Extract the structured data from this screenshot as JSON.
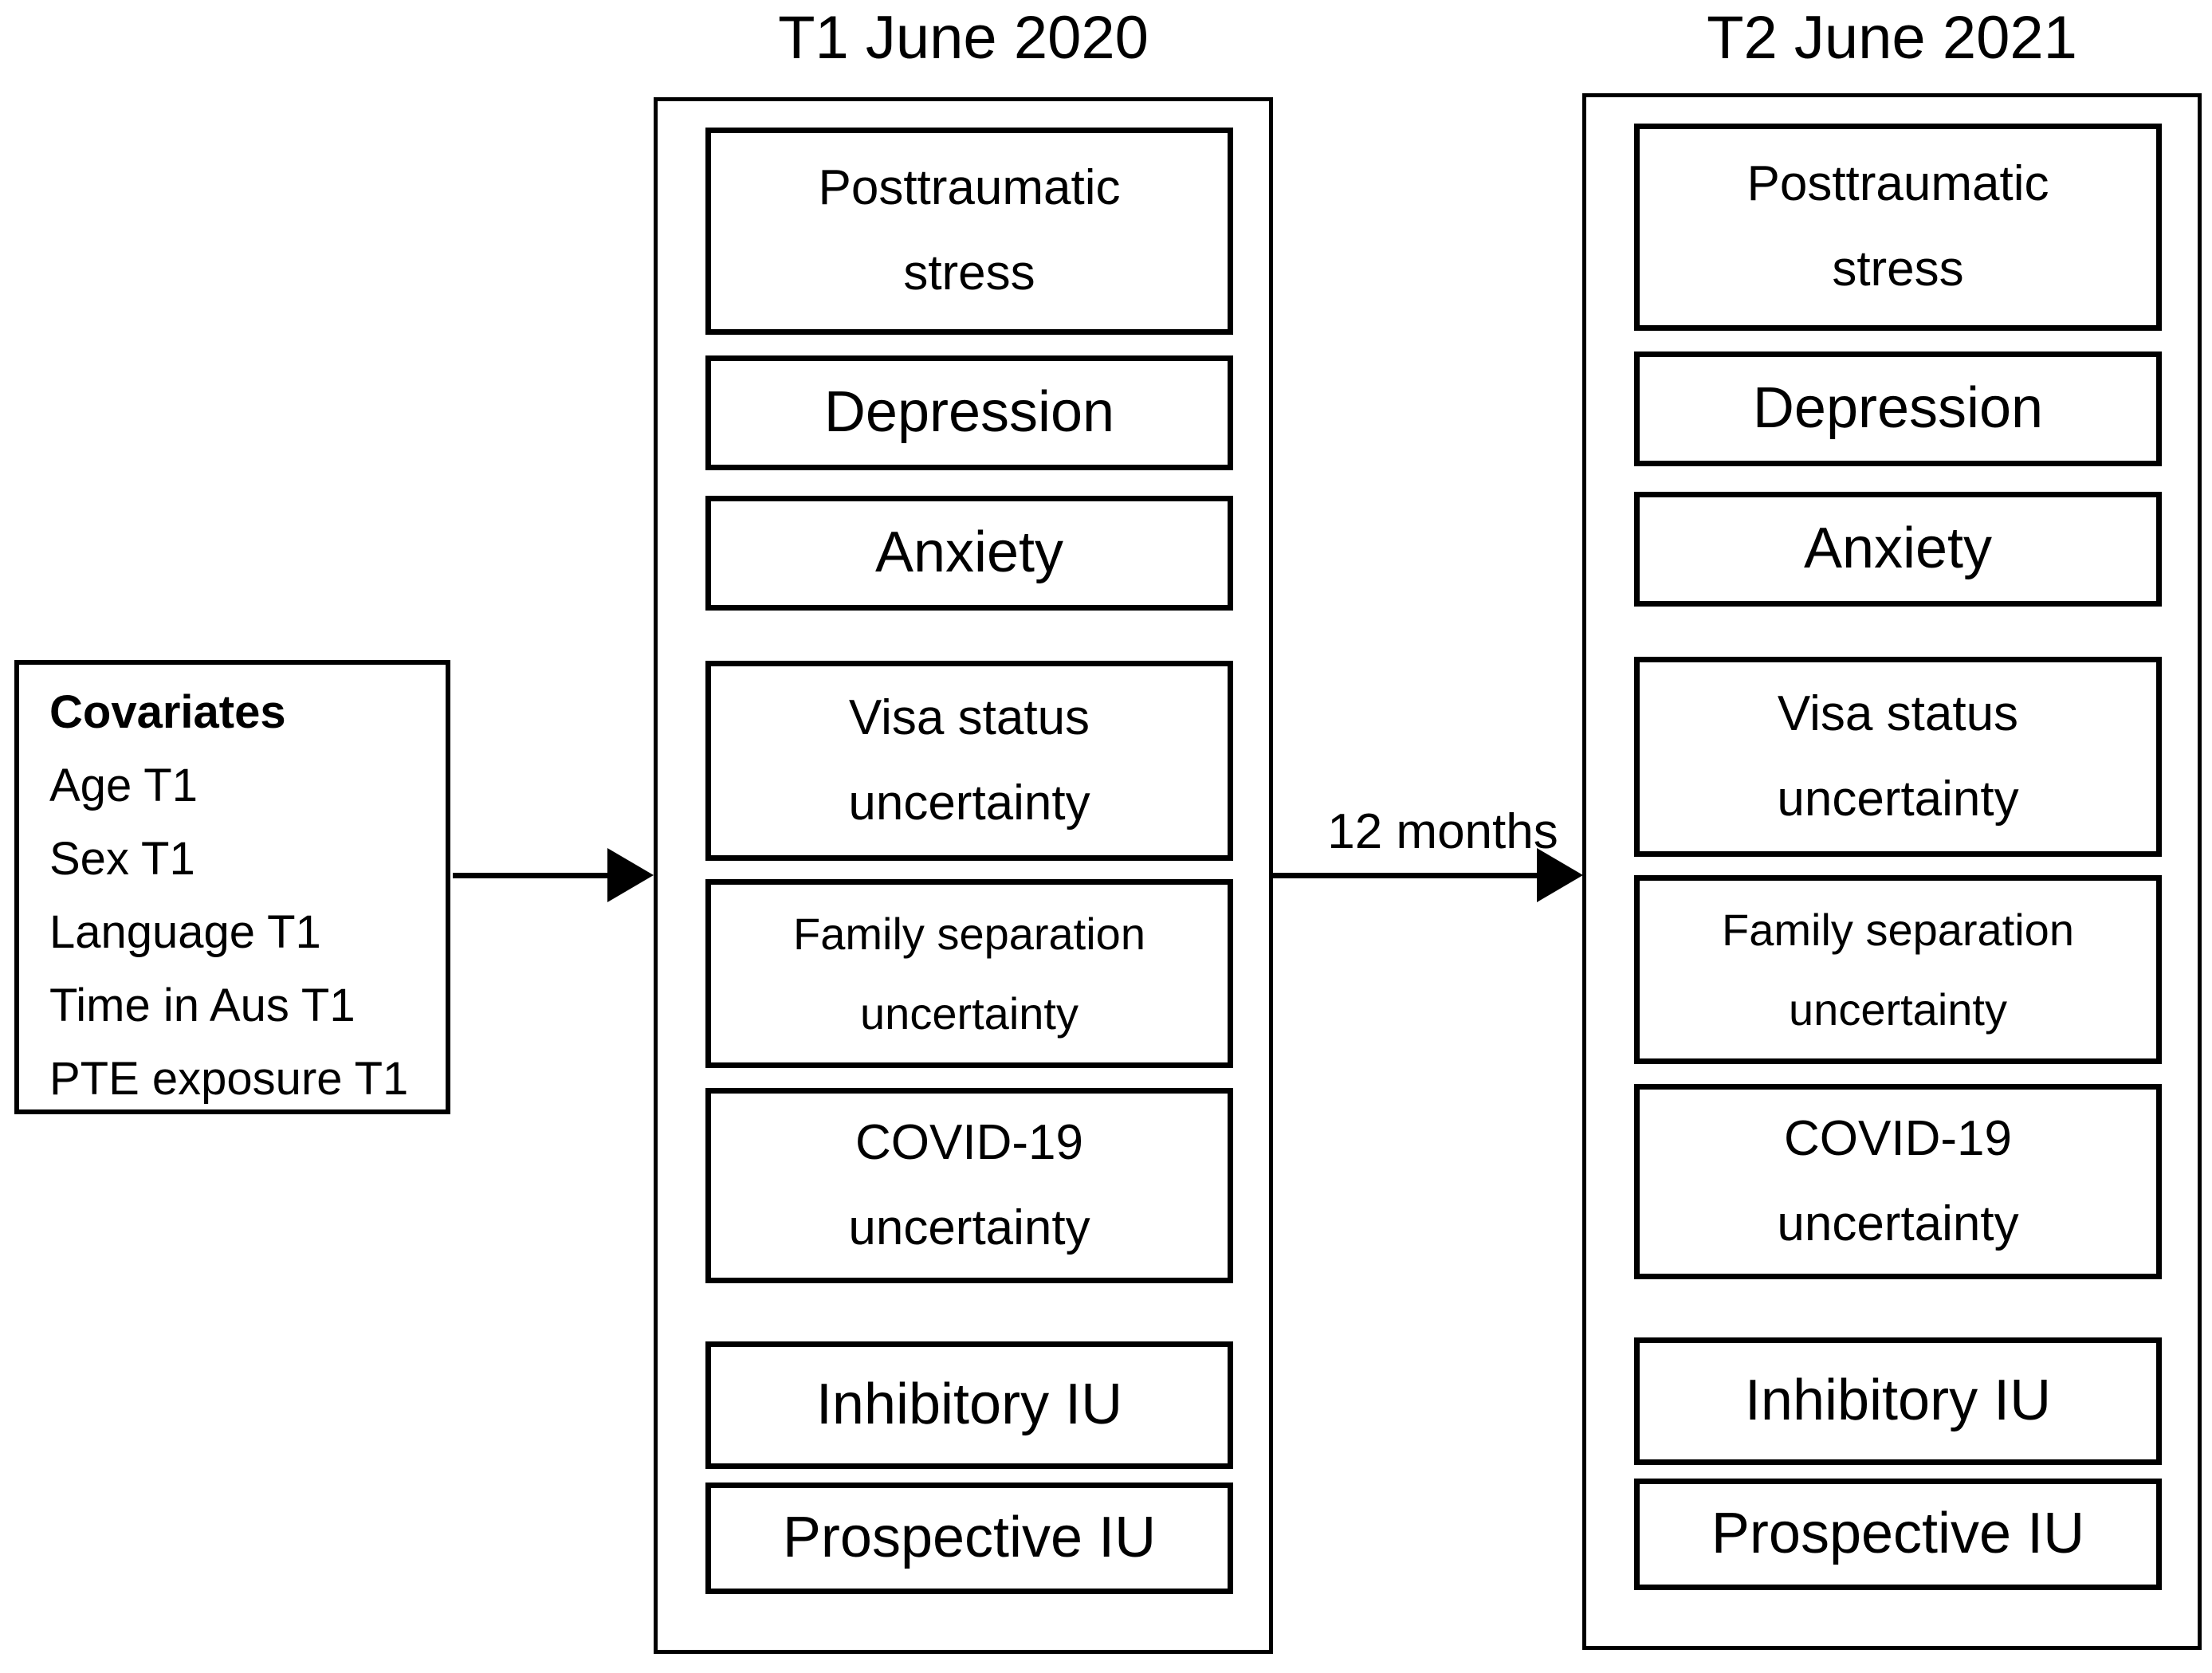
{
  "figure": {
    "type": "study-design-diagram",
    "background": "#ffffff",
    "ink": "#000000"
  },
  "covariates": {
    "header": "Covariates",
    "items": [
      "Age T1",
      "Sex T1",
      "Language T1",
      "Time in Aus T1",
      "PTE exposure T1"
    ]
  },
  "panels": [
    {
      "title": "T1 June 2020",
      "boxes": [
        "Posttraumatic stress",
        "Depression",
        "Anxiety",
        "Visa status uncertainty",
        "Family separation uncertainty",
        "COVID-19 uncertainty",
        "Inhibitory IU",
        "Prospective IU"
      ]
    },
    {
      "title": "T2 June 2021",
      "boxes": [
        "Posttraumatic stress",
        "Depression",
        "Anxiety",
        "Visa status uncertainty",
        "Family separation uncertainty",
        "COVID-19 uncertainty",
        "Inhibitory IU",
        "Prospective IU"
      ]
    }
  ],
  "arrows": {
    "covariates_to_t1_label": "",
    "t1_to_t2_label": "12 months"
  }
}
